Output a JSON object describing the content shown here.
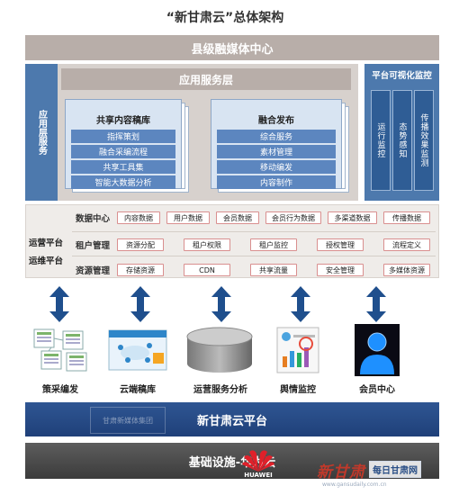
{
  "title": "“新甘肃云”总体架构",
  "bands": {
    "county": "县级融媒体中心",
    "app_layer": "应用服务层",
    "app_left": "应用层服务",
    "platform": "新甘肃云平台",
    "infra": "基础设施-华为云"
  },
  "cards": [
    {
      "title": "共享内容稿库",
      "items": [
        "指挥策划",
        "融合采编流程",
        "共享工具集",
        "智能大数据分析"
      ]
    },
    {
      "title": "融合发布",
      "items": [
        "综合服务",
        "素材管理",
        "移动编发",
        "内容制作"
      ]
    }
  ],
  "monitor": {
    "title": "平台可视化监控",
    "cols": [
      "运行监控",
      "态势感知",
      "传播效果监测"
    ]
  },
  "ops": {
    "left_labels": [
      "运营平台",
      "运维平台"
    ],
    "rows": [
      {
        "label": "数据中心",
        "chips": [
          "内容数据",
          "用户数据",
          "会员数据",
          "会员行为数据",
          "多渠道数据",
          "传播数据"
        ]
      },
      {
        "label": "租户管理",
        "chips": [
          "资源分配",
          "租户权限",
          "租户监控",
          "授权管理",
          "流程定义"
        ]
      },
      {
        "label": "资源管理",
        "chips": [
          "存储资源",
          "CDN",
          "共享流量",
          "安全管理",
          "多媒体资源"
        ]
      }
    ]
  },
  "icons": [
    {
      "label": "策采编发",
      "icon": "document-stack-icon"
    },
    {
      "label": "云端稿库",
      "icon": "cloud-screen-icon"
    },
    {
      "label": "运营服务分析",
      "icon": "database-cylinder-icon"
    },
    {
      "label": "舆情监控",
      "icon": "monitor-chart-icon"
    },
    {
      "label": "会员中心",
      "icon": "user-avatar-icon"
    }
  ],
  "logo_faint_text": "甘肃新媒体集团",
  "huawei_text": "HUAWEI",
  "watermark": {
    "red": "新甘肃",
    "box": "每日甘肃网",
    "url": "www.gansudaily.com.cn"
  },
  "colors": {
    "blue": "#4d79ad",
    "dark_blue": "#2f5693",
    "gray_band": "#b8aea9",
    "chip_border": "#d98f8f"
  }
}
